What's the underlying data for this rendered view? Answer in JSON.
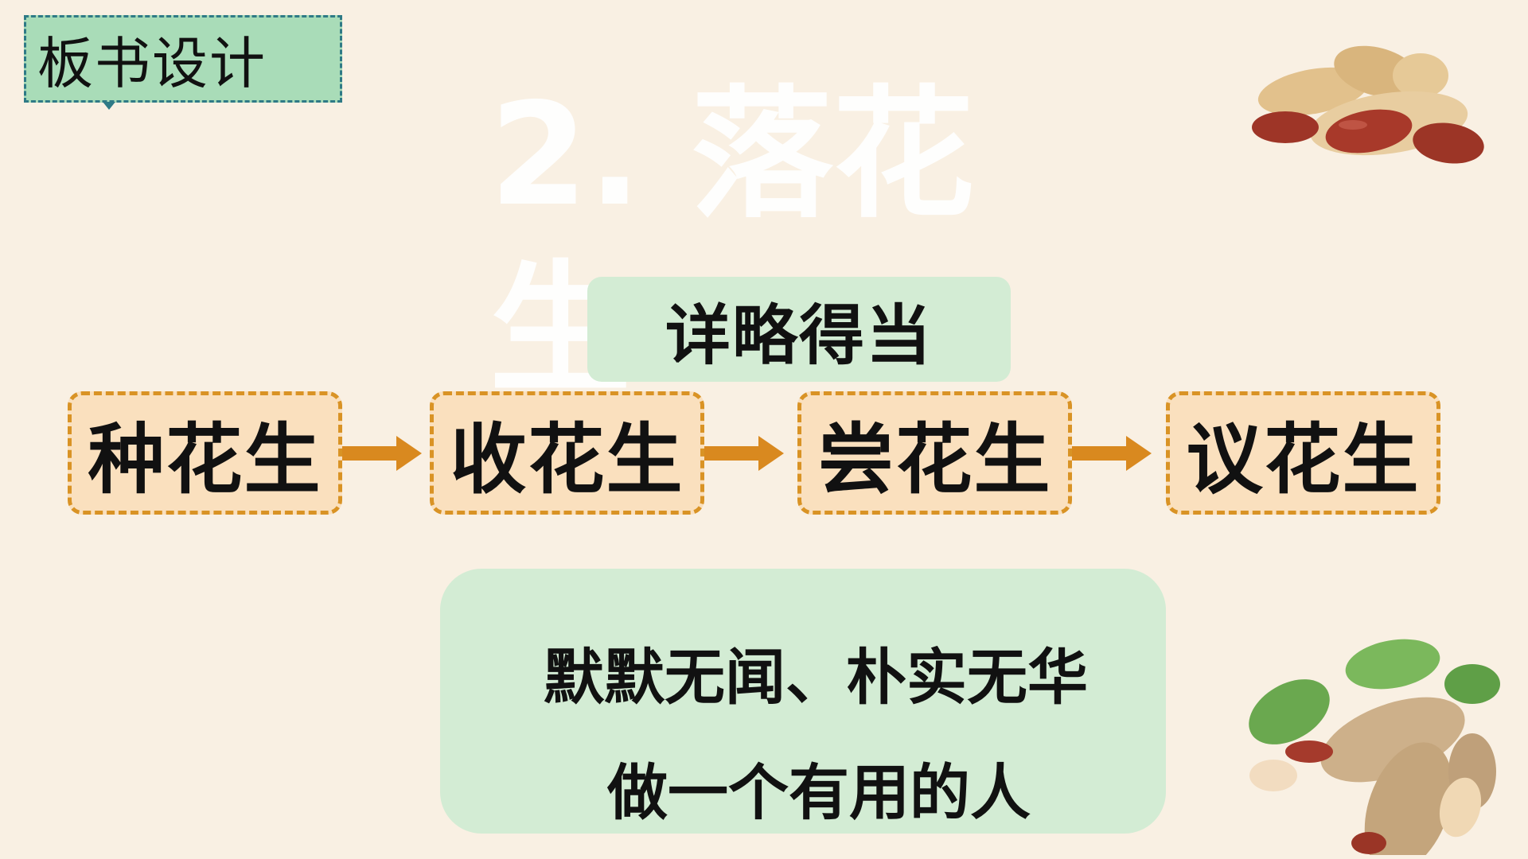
{
  "section_tag": "板书设计",
  "lesson_title": "2. 落花生",
  "subtitle": "详略得当",
  "steps": [
    "种花生",
    "收花生",
    "尝花生",
    "议花生"
  ],
  "message": {
    "line1": "默默无闻、朴实无华",
    "line2": "做一个有用的人"
  },
  "colors": {
    "background": "#f9f0e3",
    "tag_fill": "#a9dcb8",
    "tag_border": "#2f7a86",
    "step_fill": "#fae0be",
    "step_border": "#d99325",
    "arrow": "#d9891f",
    "green_panel": "#d3ecd4"
  },
  "icons": [
    "arrow-right-icon",
    "peanut-pile-icon",
    "peanut-leaves-icon"
  ]
}
